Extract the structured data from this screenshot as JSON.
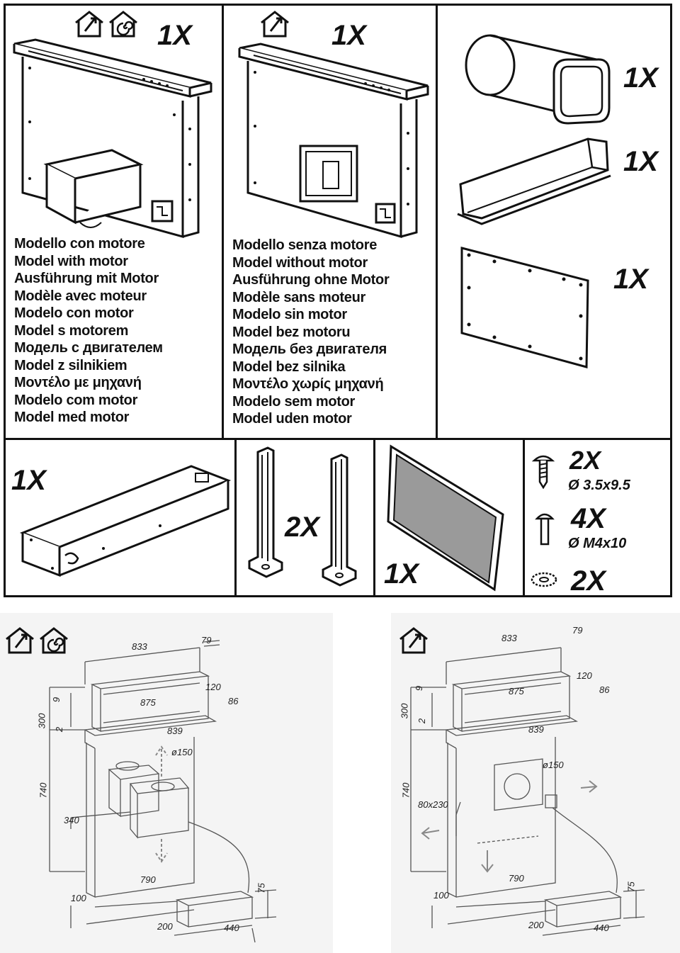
{
  "top_left": {
    "qty": "1X",
    "icons": [
      "house-duct-out-icon",
      "house-recirculation-icon"
    ],
    "languages": [
      "Modello con motore",
      "Model with motor",
      "Ausführung mit Motor",
      "Modèle avec moteur",
      "Modelo con motor",
      "Model s motorem",
      "Модель с двигателем",
      "Model z silnikiem",
      "Μοντέλο με μηχανή",
      "Modelo com motor",
      "Model med motor"
    ]
  },
  "top_middle": {
    "qty": "1X",
    "icons": [
      "house-duct-out-icon"
    ],
    "languages": [
      "Modello senza motore",
      "Model without motor",
      "Ausführung ohne Motor",
      "Modèle sans moteur",
      "Modelo sin motor",
      "Model bez motoru",
      "Модель без двигателя",
      "Model bez silnika",
      "Μοντέλο χωρίς μηχανή",
      "Modelo sem motor",
      "Model uden motor"
    ]
  },
  "top_right": {
    "adapter_qty": "1X",
    "duct_qty": "1X",
    "panel_qty": "1X"
  },
  "bottom_row": {
    "motor_qty": "1X",
    "bracket_qty": "2X",
    "filter_qty": "1X",
    "screw1_qty": "2X",
    "screw1_label": "Ø 3.5x9.5",
    "screw2_qty": "4X",
    "screw2_label": "Ø M4x10",
    "washer_qty": "2X"
  },
  "dims_left": {
    "w833": "833",
    "d79": "79",
    "d9": "9",
    "d120": "120",
    "w875": "875",
    "d86": "86",
    "h300": "300",
    "d2": "2",
    "w839": "839",
    "dia150": "ø150",
    "h740": "740",
    "d340": "340",
    "w790": "790",
    "d100": "100",
    "d75": "75",
    "d200": "200",
    "d440": "440"
  },
  "dims_right": {
    "w833": "833",
    "d79": "79",
    "d9": "9",
    "d120": "120",
    "w875": "875",
    "d86": "86",
    "h300": "300",
    "d2": "2",
    "w839": "839",
    "dia150": "ø150",
    "h740": "740",
    "d80x230": "80x230",
    "w790": "790",
    "d100": "100",
    "d75": "75",
    "d200": "200",
    "d440": "440"
  }
}
